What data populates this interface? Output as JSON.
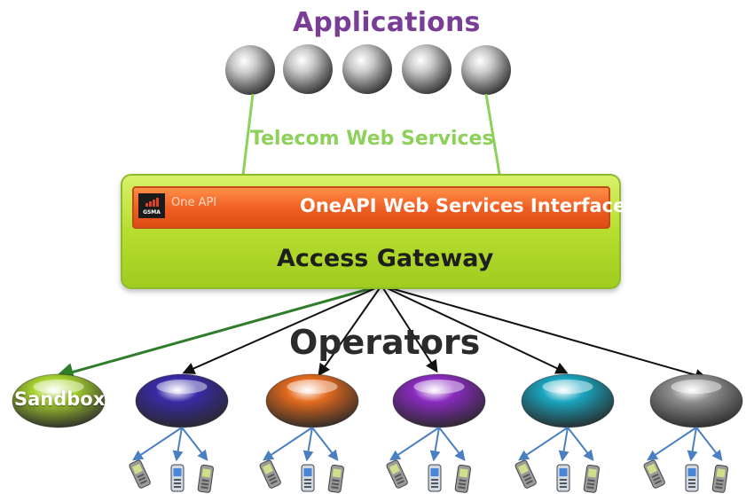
{
  "top": {
    "title": "Applications"
  },
  "links": {
    "upper_label": "Telecom Web Services"
  },
  "gateway": {
    "interface_label": "OneAPI Web Services Interface",
    "logo_text": "GSMA",
    "logo_subtext": "One API",
    "box_label": "Access Gateway"
  },
  "operators": {
    "title": "Operators",
    "sandbox_label": "Sandbox",
    "nodes": [
      {
        "name": "Sandbox",
        "color": "#a8d430",
        "arrow": "#2f7d2a"
      },
      {
        "name": "",
        "color": "#3a2aa6",
        "arrow": "#111111"
      },
      {
        "name": "",
        "color": "#e36a1e",
        "arrow": "#111111"
      },
      {
        "name": "",
        "color": "#8a2bc0",
        "arrow": "#111111"
      },
      {
        "name": "",
        "color": "#1aa5bf",
        "arrow": "#111111"
      },
      {
        "name": "",
        "color": "#8e8e8e",
        "arrow": "#111111"
      }
    ]
  },
  "colors": {
    "apps_title": "#7a3d96",
    "service_arrows": "#8dd05a",
    "gateway_fill": "#b7dd2f",
    "interface_fill": "#f06024",
    "device_links": "#4a7fc2"
  },
  "icons": {
    "application_node": "chrome-sphere-icon",
    "device": "mobile-phone-icon"
  }
}
